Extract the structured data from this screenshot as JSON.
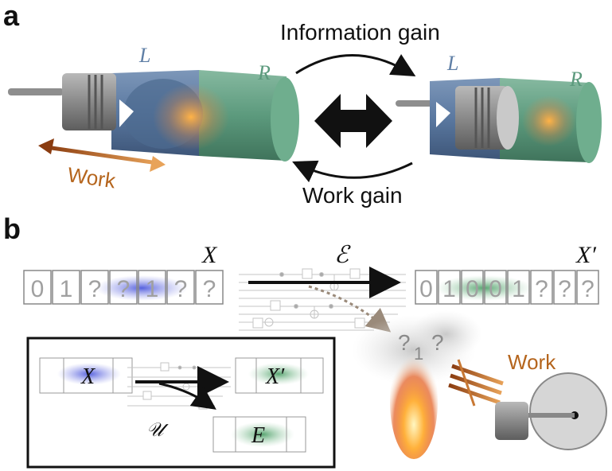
{
  "panel_a": {
    "label": "a",
    "information_gain": "Information gain",
    "work_gain": "Work gain",
    "work": "Work",
    "left_chamber": "L",
    "right_chamber": "R",
    "left_chamber_2": "L",
    "right_chamber_2": "R"
  },
  "panel_b": {
    "label": "b",
    "input_register": "X",
    "output_register": "X′",
    "channel": "ℰ",
    "input_bits": [
      "0",
      "1",
      "?",
      "?",
      "1",
      "?",
      "?"
    ],
    "output_bits": [
      "0",
      "1",
      "0",
      "0",
      "1",
      "?",
      "?",
      "?"
    ],
    "heat_marks": [
      "?",
      "1",
      "?"
    ],
    "work": "Work",
    "inset": {
      "input": "X",
      "output": "X′",
      "environment": "E",
      "unitary": "𝒰"
    }
  },
  "colors": {
    "left_chamber": "#5f7fa6",
    "right_chamber": "#5c9a7d",
    "work_arrow": "#b5651d",
    "bit_blue": "#6b74d6",
    "bit_green": "#5caa72"
  }
}
